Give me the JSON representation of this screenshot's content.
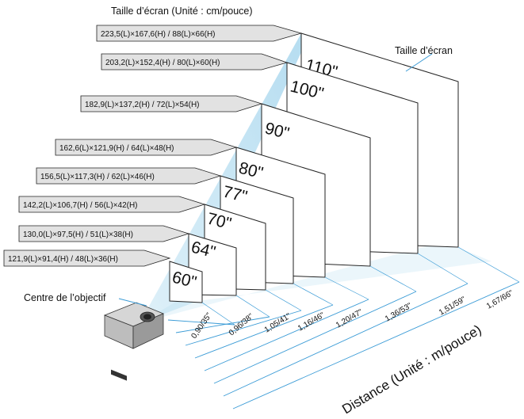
{
  "header": {
    "title": "Taille d’écran (Unité : cm/pouce)"
  },
  "callouts": {
    "screen_size": "Taille d’écran",
    "lens_center": "Centre de l’objectif"
  },
  "distance_axis_label": "Distance (Unité : m/pouce)",
  "screens": [
    {
      "size": "60\"",
      "dims": "121,9(L)×91,4(H) / 48(L)×36(H)",
      "distance": "1,67/66\""
    },
    {
      "size": "64\"",
      "dims": "130,0(L)×97,5(H) / 51(L)×38(H)",
      "distance": "1,51/59\""
    },
    {
      "size": "70\"",
      "dims": "142,2(L)×106,7(H) / 56(L)×42(H)",
      "distance": "1,36/53\""
    },
    {
      "size": "77\"",
      "dims": "156,5(L)×117,3(H) / 62(L)×46(H)",
      "distance": "1,20/47\""
    },
    {
      "size": "80\"",
      "dims": "162,6(L)×121,9(H) / 64(L)×48(H)",
      "distance": "1,16/46\""
    },
    {
      "size": "90\"",
      "dims": "182,9(L)×137,2(H) / 72(L)×54(H)",
      "distance": "1,05/41\""
    },
    {
      "size": "100\"",
      "dims": "203,2(L)×152,4(H) / 80(L)×60(H)",
      "distance": "0,96/38\""
    },
    {
      "size": "110\"",
      "dims": "223,5(L)×167,6(H) / 88(L)×66(H)",
      "distance": "0,90/35\""
    }
  ],
  "colors": {
    "beam": "#bfe2f2",
    "label_box": "#e2e2e2",
    "outline": "#222222",
    "leader": "#3a9bd6"
  }
}
